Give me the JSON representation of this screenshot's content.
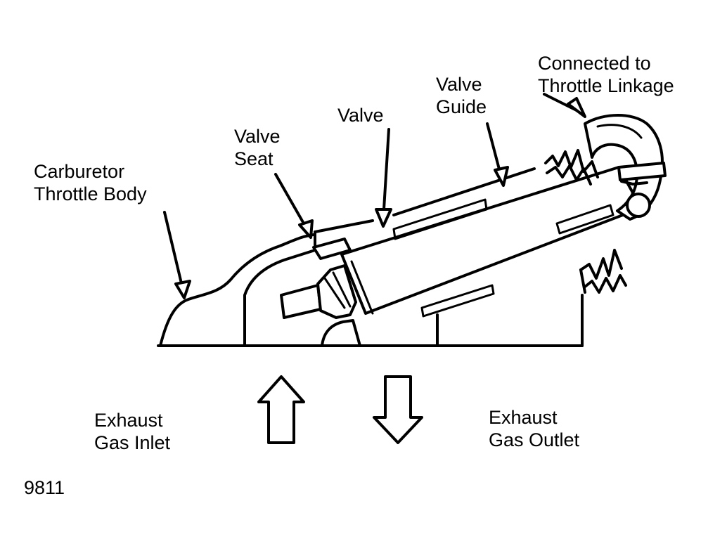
{
  "labels": {
    "carb_body": [
      "Carburetor",
      "Throttle Body"
    ],
    "valve_seat": [
      "Valve",
      "Seat"
    ],
    "valve": "Valve",
    "valve_guide": [
      "Valve",
      "Guide"
    ],
    "throttle_linkage": [
      "Connected to",
      "Throttle Linkage"
    ],
    "gas_inlet": [
      "Exhaust",
      "Gas Inlet"
    ],
    "gas_outlet": [
      "Exhaust",
      "Gas Outlet"
    ],
    "figure_number": "9811"
  }
}
